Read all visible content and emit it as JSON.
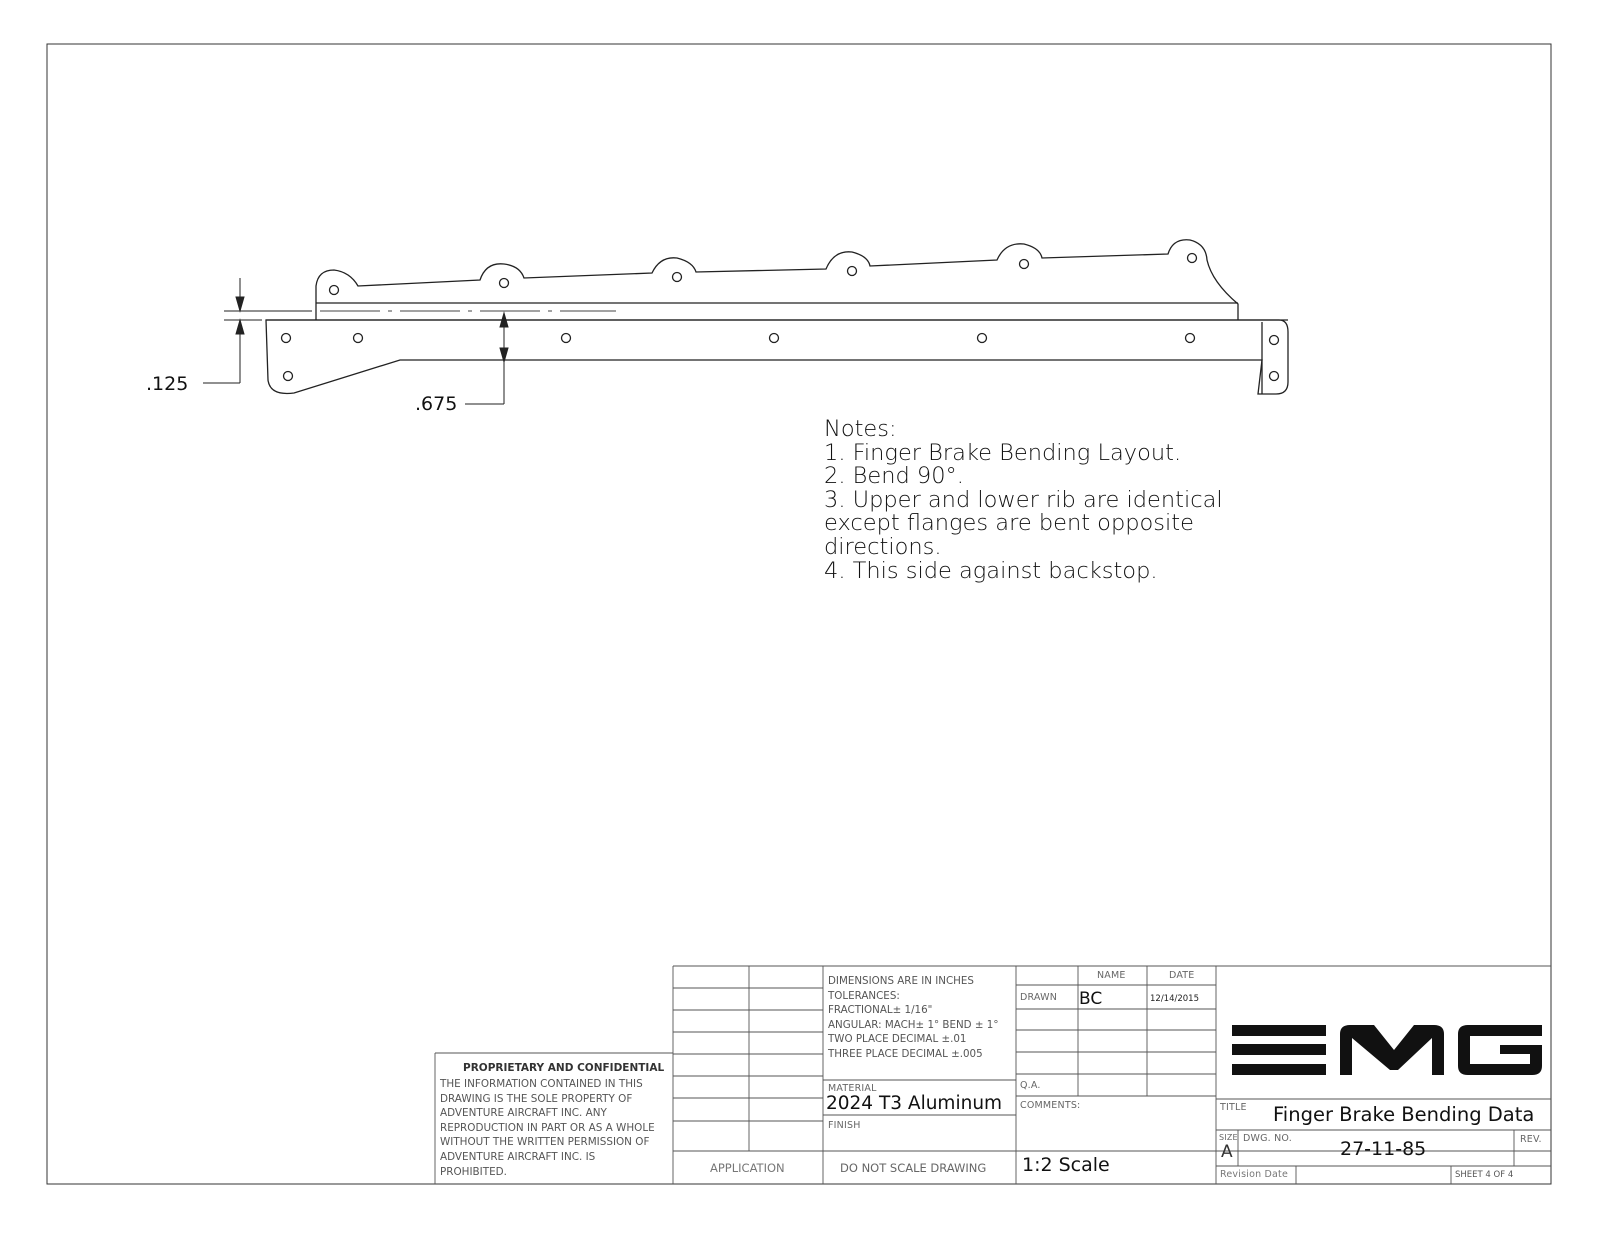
{
  "drawing": {
    "dimensions": [
      ".125",
      ".675"
    ]
  },
  "notes": {
    "heading": "Notes:",
    "lines": [
      "1. Finger Brake Bending Layout.",
      "2. Bend 90°.",
      "3. Upper and lower rib are identical",
      "except flanges are bent opposite",
      "directions.",
      "4. This side against backstop."
    ]
  },
  "title_block": {
    "proprietary_heading": "PROPRIETARY AND CONFIDENTIAL",
    "proprietary_text": [
      "THE INFORMATION CONTAINED IN THIS",
      "DRAWING IS THE SOLE PROPERTY OF",
      "ADVENTURE AIRCRAFT INC.  ANY",
      "REPRODUCTION IN PART OR AS A WHOLE",
      "WITHOUT THE WRITTEN PERMISSION OF",
      "ADVENTURE AIRCRAFT INC. IS",
      "PROHIBITED."
    ],
    "application_label": "APPLICATION",
    "tolerances": [
      "DIMENSIONS ARE IN INCHES",
      "TOLERANCES:",
      "FRACTIONAL± 1/16\"",
      "ANGULAR: MACH± 1° BEND ± 1°",
      "TWO PLACE DECIMAL    ±.01",
      "THREE PLACE DECIMAL  ±.005"
    ],
    "material_label": "MATERIAL",
    "material_value": "2024 T3 Aluminum",
    "finish_label": "FINISH",
    "do_not_scale": "DO NOT SCALE DRAWING",
    "name_header": "NAME",
    "date_header": "DATE",
    "drawn_label": "DRAWN",
    "drawn_name": "BC",
    "drawn_date": "12/14/2015",
    "qa_label": "Q.A.",
    "comments_label": "COMMENTS:",
    "comments_value": "1:2 Scale",
    "logo_text": "EMG",
    "title_label": "TITLE",
    "title_value": "Finger Brake Bending Data",
    "size_label": "SIZE",
    "size_value": "A",
    "dwg_no_label": "DWG.  NO.",
    "dwg_no_value": "27-11-85",
    "rev_label": "REV.",
    "revision_date_label": "Revision Date",
    "sheet_label": "SHEET 4 OF 4"
  }
}
